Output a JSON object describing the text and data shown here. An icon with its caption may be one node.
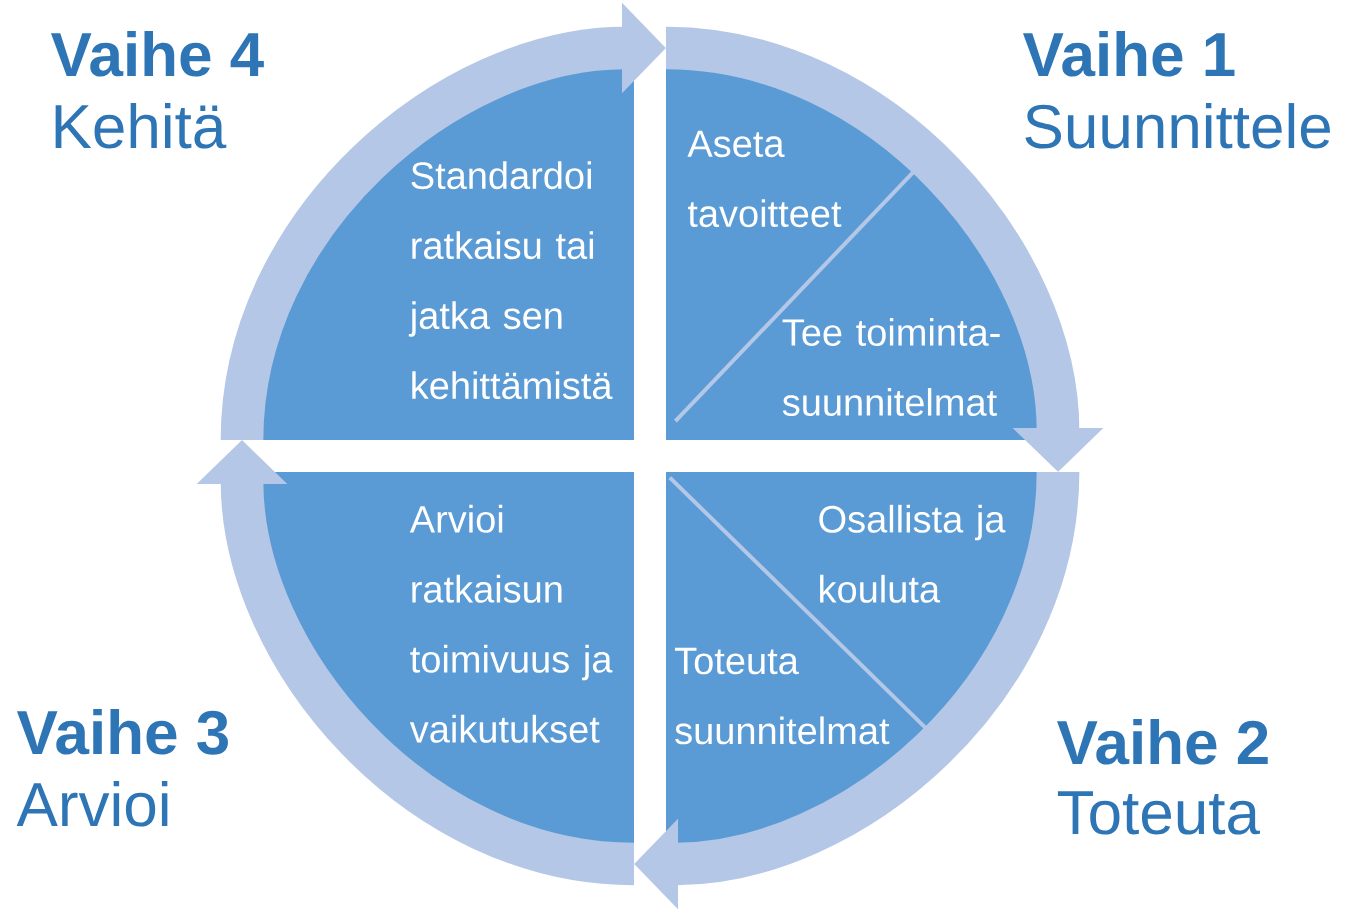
{
  "diagram": {
    "nodes": [
      {
        "text": [
          "Standardoi ratkaisu tai jatka sen kehittämistä"
        ],
        "beside": [
          "Vaihe 4",
          "Kehitä"
        ]
      },
      {
        "text": [
          "Aseta tavoitteet",
          "Tee toiminta- suunnitelmat"
        ],
        "beside": [
          "Vaihe 1",
          "Suunnittele"
        ]
      },
      {
        "text": [
          "Arvioi ratkaisun toimivuus ja vaikutukset"
        ],
        "beside": [
          "Vaihe 3",
          "Arvioi"
        ]
      },
      {
        "text": [
          "Osallista ja kouluta",
          "Toteuta suunnitelmat"
        ],
        "beside": [
          "Vaihe 2",
          "Toteuta"
        ]
      }
    ],
    "edges": [
      {
        "from": 0,
        "to": 1,
        "arrow": "to"
      },
      {
        "from": 1,
        "to": 3,
        "arrow": "to"
      },
      {
        "from": 3,
        "to": 2,
        "arrow": "to"
      },
      {
        "from": 2,
        "to": 0,
        "arrow": "to"
      }
    ]
  }
}
